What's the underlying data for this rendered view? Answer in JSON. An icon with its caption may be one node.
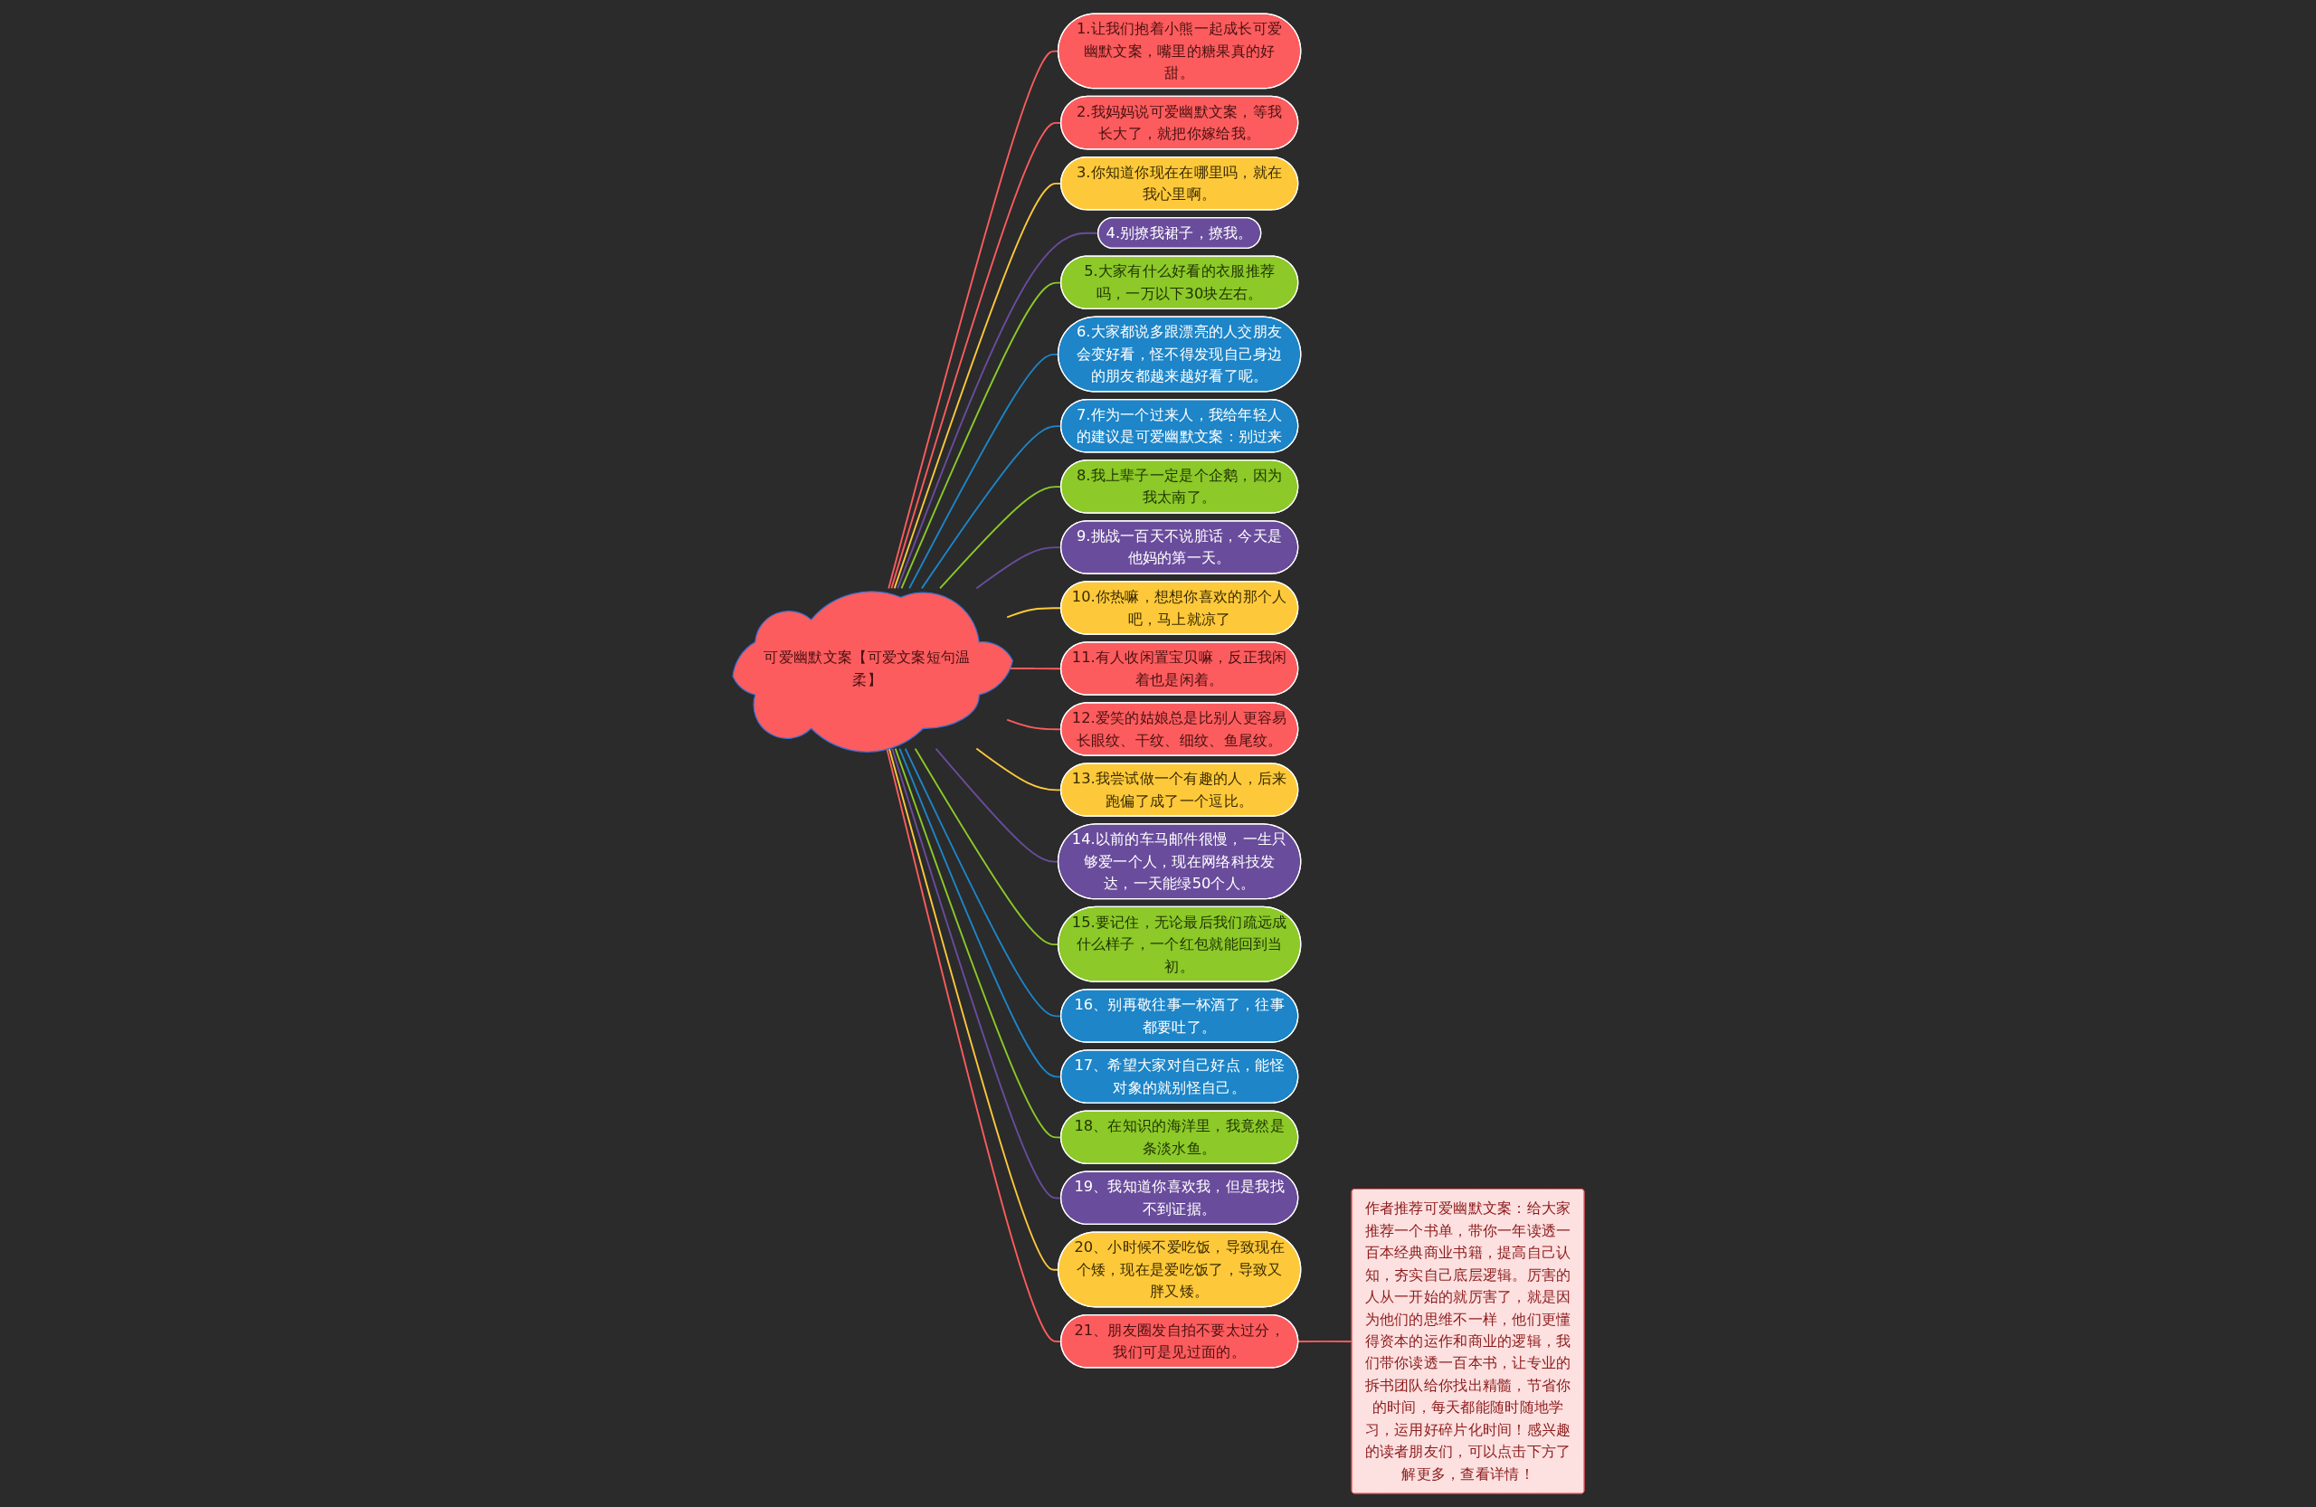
{
  "diagram": {
    "nodes": [
      {
        "text": [
          "可爱幽默文案【可爱文案短句温柔】"
        ]
      },
      {
        "text": [
          "1.让我们抱着小熊一起成长可爱幽默文案，嘴里的糖果真的好甜。"
        ]
      },
      {
        "text": [
          "2.我妈妈说可爱幽默文案，等我长大了，就把你嫁给我。"
        ]
      },
      {
        "text": [
          "3.你知道你现在在哪里吗，就在我心里啊。"
        ]
      },
      {
        "text": [
          "4.别撩我裙子，撩我。"
        ]
      },
      {
        "text": [
          "5.大家有什么好看的衣服推荐吗，一万以下30块左右。"
        ]
      },
      {
        "text": [
          "6.大家都说多跟漂亮的人交朋友会变好看，怪不得发现自己身边的朋友都越来越好看了呢。"
        ]
      },
      {
        "text": [
          "7.作为一个过来人，我给年轻人的建议是可爱幽默文案：别过来"
        ]
      },
      {
        "text": [
          "8.我上辈子一定是个企鹅，因为我太南了。"
        ]
      },
      {
        "text": [
          "9.挑战一百天不说脏话，今天是他妈的第一天。"
        ]
      },
      {
        "text": [
          "10.你热嘛，想想你喜欢的那个人吧，马上就凉了"
        ]
      },
      {
        "text": [
          "11.有人收闲置宝贝嘛，反正我闲着也是闲着。"
        ]
      },
      {
        "text": [
          "12.爱笑的姑娘总是比别人更容易长眼纹、干纹、细纹、鱼尾纹。"
        ]
      },
      {
        "text": [
          "13.我尝试做一个有趣的人，后来跑偏了成了一个逗比。"
        ]
      },
      {
        "text": [
          "14.以前的车马邮件很慢，一生只够爱一个人，现在网络科技发达，一天能绿50个人。"
        ]
      },
      {
        "text": [
          "15.要记住，无论最后我们疏远成什么样子，一个红包就能回到当初。"
        ]
      },
      {
        "text": [
          "16、别再敬往事一杯酒了，往事都要吐了。"
        ]
      },
      {
        "text": [
          "17、希望大家对自己好点，能怪对象的就别怪自己。"
        ]
      },
      {
        "text": [
          "18、在知识的海洋里，我竟然是条淡水鱼。"
        ]
      },
      {
        "text": [
          "19、我知道你喜欢我，但是我找不到证据。"
        ]
      },
      {
        "text": [
          "20、小时候不爱吃饭，导致现在个矮，现在是爱吃饭了，导致又胖又矮。"
        ]
      },
      {
        "text": [
          "21、朋友圈发自拍不要太过分，我们可是见过面的。"
        ]
      },
      {
        "text": [
          "作者推荐可爱幽默文案：给大家推荐一个书单，带你一年读透一百本经典商业书籍，提高自己认知，夯实自己底层逻辑。厉害的人从一开始的就厉害了，就是因为他们的思维不一样，他们更懂得资本的运作和商业的逻辑，我们带你读透一百本书，让专业的拆书团队给你找出精髓，节省你的时间，每天都能随时随地学习，运用好碎片化时间！感兴趣的读者朋友们，可以点击下方了解更多，查看详情！"
        ]
      }
    ],
    "edges": [
      {
        "from": 0,
        "to": 1,
        "arrow": "none",
        "color": "#fc5c5e"
      },
      {
        "from": 0,
        "to": 2,
        "arrow": "none",
        "color": "#fc5c5e"
      },
      {
        "from": 0,
        "to": 3,
        "arrow": "none",
        "color": "#fdc93a"
      },
      {
        "from": 0,
        "to": 4,
        "arrow": "none",
        "color": "#6a4c9c"
      },
      {
        "from": 0,
        "to": 5,
        "arrow": "none",
        "color": "#8cc929"
      },
      {
        "from": 0,
        "to": 6,
        "arrow": "none",
        "color": "#1d85c8"
      },
      {
        "from": 0,
        "to": 7,
        "arrow": "none",
        "color": "#1d85c8"
      },
      {
        "from": 0,
        "to": 8,
        "arrow": "none",
        "color": "#8cc929"
      },
      {
        "from": 0,
        "to": 9,
        "arrow": "none",
        "color": "#6a4c9c"
      },
      {
        "from": 0,
        "to": 10,
        "arrow": "none",
        "color": "#fdc93a"
      },
      {
        "from": 0,
        "to": 11,
        "arrow": "none",
        "color": "#fc5c5e"
      },
      {
        "from": 0,
        "to": 12,
        "arrow": "none",
        "color": "#fc5c5e"
      },
      {
        "from": 0,
        "to": 13,
        "arrow": "none",
        "color": "#fdc93a"
      },
      {
        "from": 0,
        "to": 14,
        "arrow": "none",
        "color": "#6a4c9c"
      },
      {
        "from": 0,
        "to": 15,
        "arrow": "none",
        "color": "#8cc929"
      },
      {
        "from": 0,
        "to": 16,
        "arrow": "none",
        "color": "#1d85c8"
      },
      {
        "from": 0,
        "to": 17,
        "arrow": "none",
        "color": "#1d85c8"
      },
      {
        "from": 0,
        "to": 18,
        "arrow": "none",
        "color": "#8cc929"
      },
      {
        "from": 0,
        "to": 19,
        "arrow": "none",
        "color": "#6a4c9c"
      },
      {
        "from": 0,
        "to": 20,
        "arrow": "none",
        "color": "#fdc93a"
      },
      {
        "from": 0,
        "to": 21,
        "arrow": "none",
        "color": "#fc5c5e"
      },
      {
        "from": 21,
        "to": 22,
        "arrow": "none",
        "color": "#fc5c5e"
      }
    ]
  }
}
